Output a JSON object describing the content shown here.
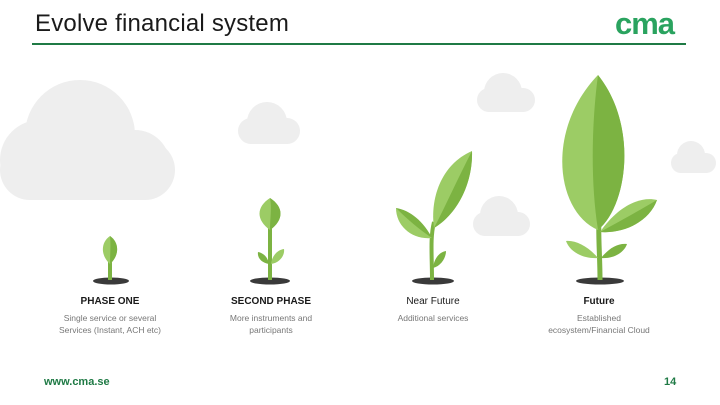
{
  "slide": {
    "title": "Evolve financial system",
    "logo_text": "cma",
    "phases": [
      {
        "title": "PHASE ONE",
        "description": "Single service or several Services (Instant, ACH etc)"
      },
      {
        "title": "SECOND PHASE",
        "description": "More instruments and participants"
      },
      {
        "title": "Near Future",
        "description": "Additional services"
      },
      {
        "title": "Future",
        "description": "Established ecosystem/Financial Cloud"
      }
    ],
    "footer_url": "www.cma.se",
    "page_number": "14"
  },
  "colors": {
    "accent": "#1f7a45",
    "logo": "#2aa35f",
    "leaf_light": "#9ccc65",
    "leaf_dark": "#7cb342",
    "stem": "#7cb342",
    "cloud": "#eeeeee",
    "soil": "#3a3a3a"
  },
  "icons": [
    "cloud-icon",
    "sprout-icon",
    "plant-icon"
  ]
}
